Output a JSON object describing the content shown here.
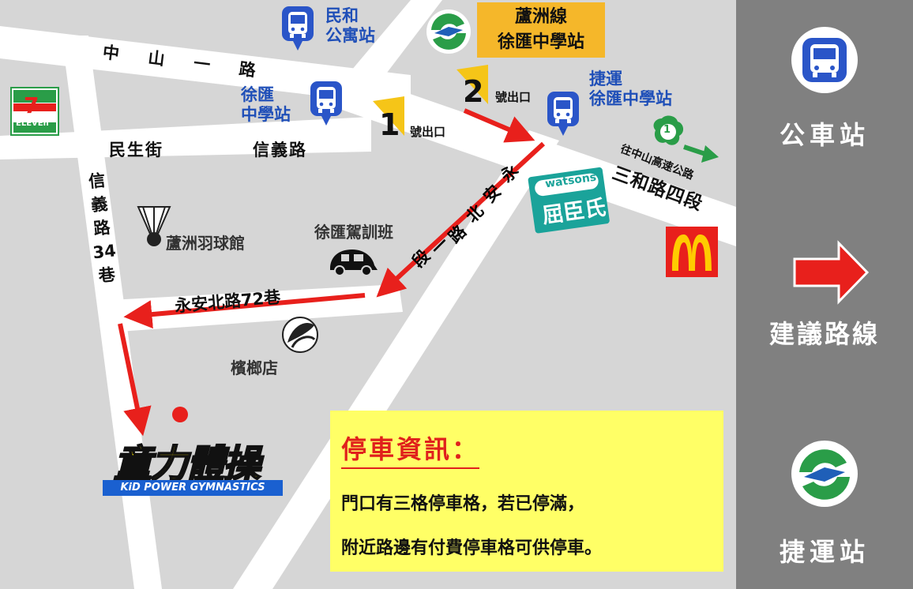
{
  "roads": {
    "zhongshan": "中　山　一　路",
    "minsheng": "民生街",
    "xinyi_road": "信義路",
    "xinyi_lane": [
      "信",
      "義",
      "路",
      "34",
      "巷"
    ],
    "yongan": [
      "永",
      "安",
      "北",
      "路",
      "一",
      "段"
    ],
    "sanhe": "三和路四段",
    "yongan72": "永安北路72巷",
    "highway": "往中山高速公路",
    "highway_marker": "1"
  },
  "stations": {
    "minhe_bus": "民和\n公寓站",
    "xuhui_bus": "徐匯\n中學站",
    "mrt_bus": "捷運\n徐匯中學站",
    "mrt_line": "蘆洲線",
    "mrt_station": "徐匯中學站"
  },
  "exits": {
    "exit1_num": "1",
    "exit1_label": "號出口",
    "exit2_num": "2",
    "exit2_label": "號出口"
  },
  "pois": {
    "badminton": "蘆洲羽球館",
    "driving": "徐匯駕訓班",
    "betel": "檳榔店",
    "watsons_top": "watsons",
    "watsons_bottom": "屈臣氏",
    "seven_top": "7",
    "seven_bottom": "ELEVEn"
  },
  "destination": {
    "logo_cn": "童力體操",
    "logo_en": "KiD POWER GYMNASTICS"
  },
  "parking": {
    "title": "停車資訊：",
    "line1": "門口有三格停車格，若已停滿，",
    "line2": "附近路邊有付費停車格可供停車。"
  },
  "legend": {
    "bus": "公車站",
    "route": "建議路線",
    "mrt": "捷運站"
  },
  "colors": {
    "route_red": "#e8201c",
    "bus_blue": "#2a55c8",
    "mrt_green": "#2a9d48",
    "mrt_blue": "#1f5fb8",
    "exit_yellow": "#f5c518",
    "parking_bg": "#ffff66",
    "sidebar": "#808080"
  }
}
